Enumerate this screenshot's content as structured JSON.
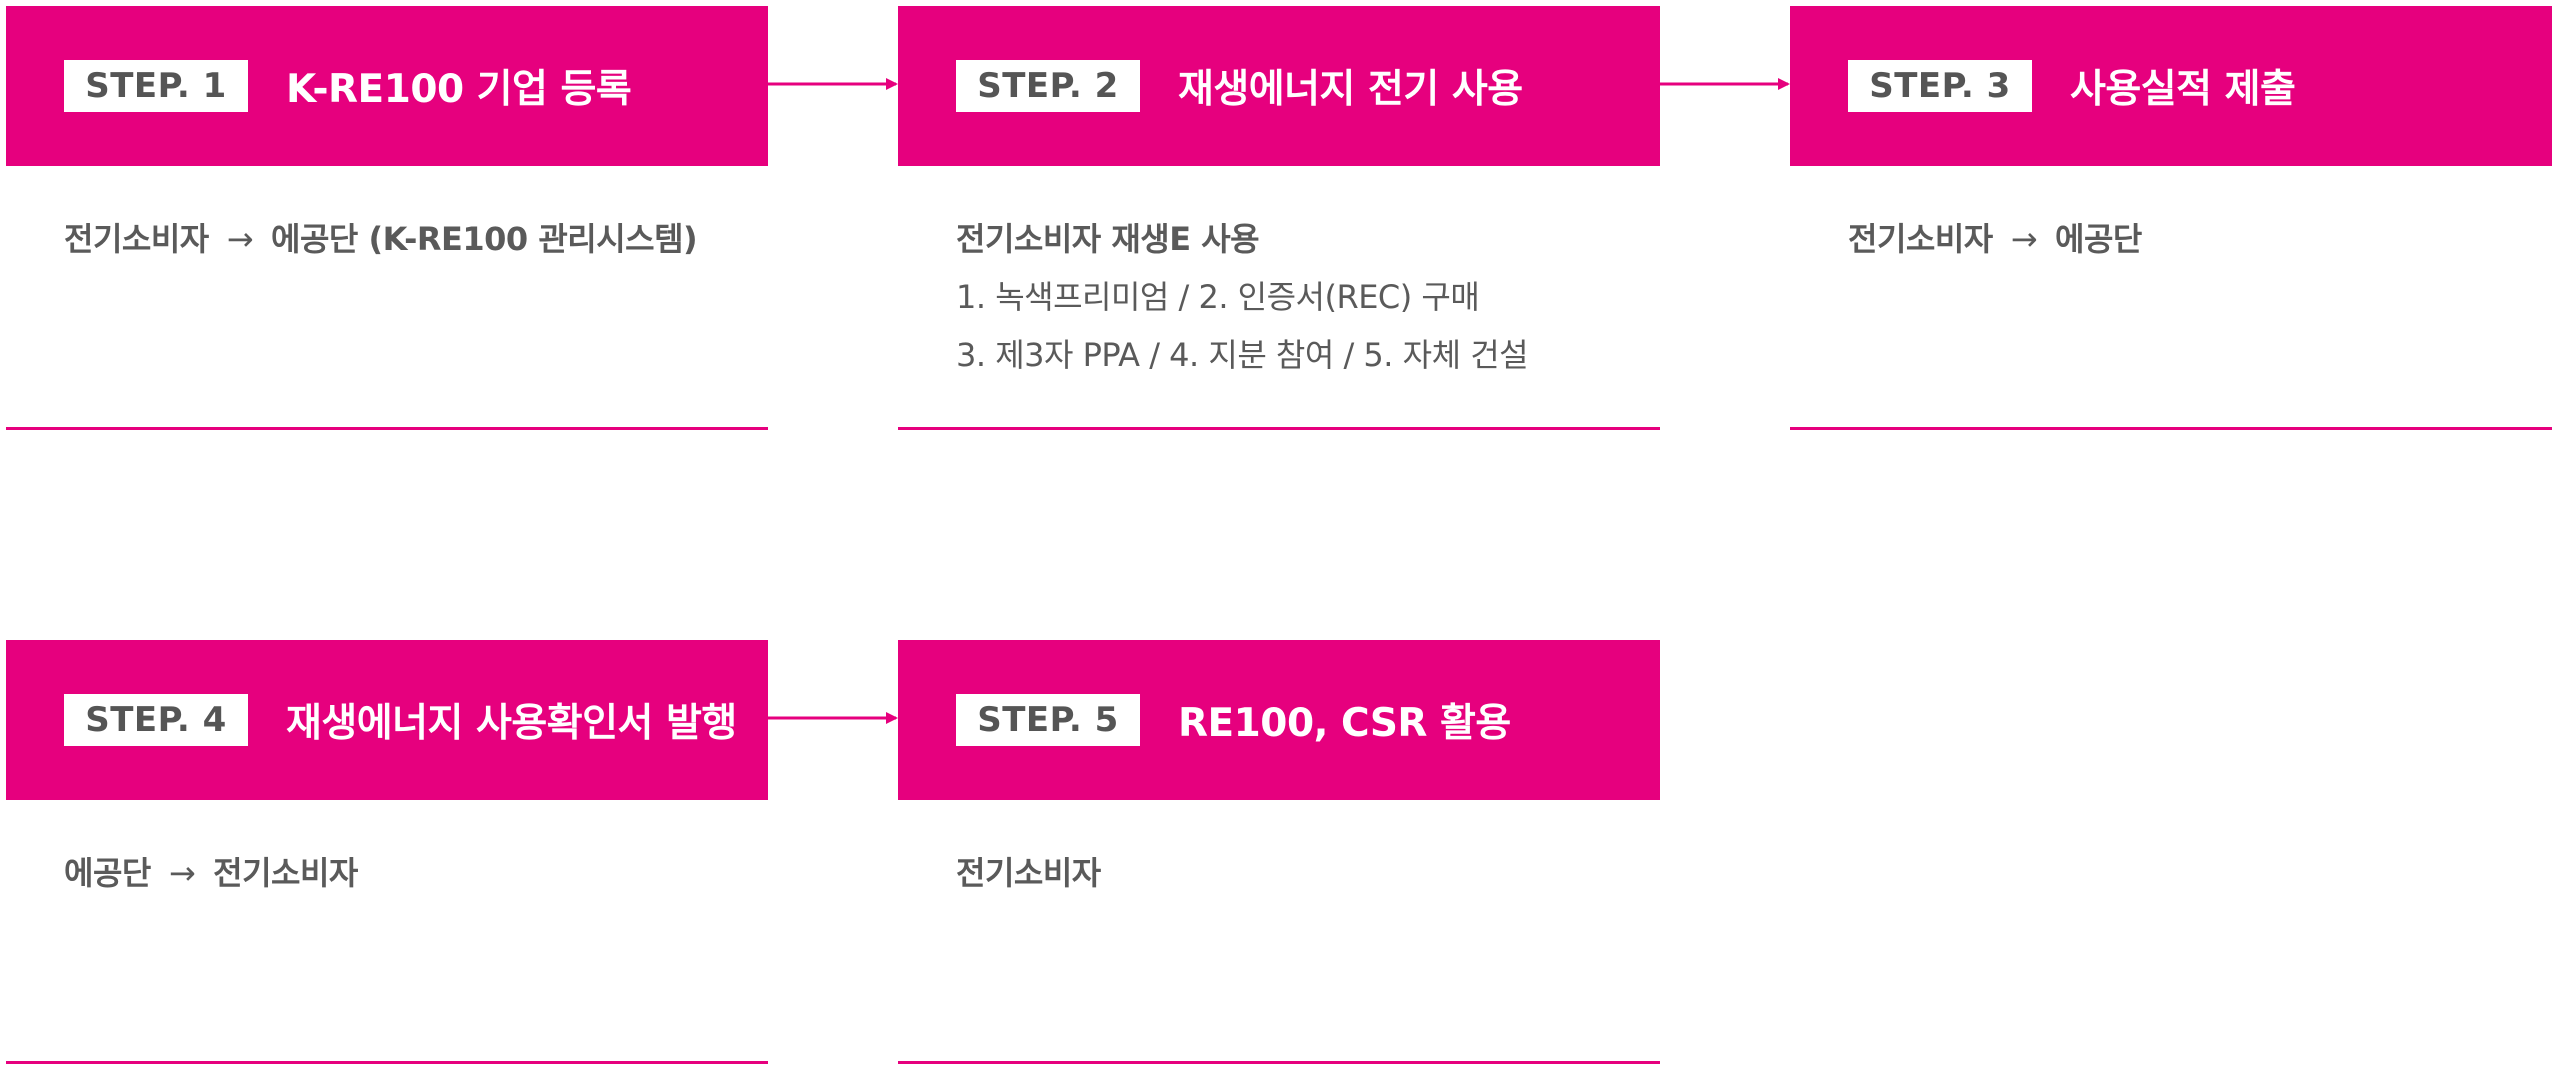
{
  "colors": {
    "accent": "#e6007e",
    "text": "#5a5a5a",
    "badge_bg": "#ffffff"
  },
  "steps": [
    {
      "badge": "STEP. 1",
      "title": "K-RE100 기업 등록",
      "flow": {
        "from": "전기소비자",
        "arrow": "→",
        "to": "에공단 (K-RE100 관리시스템)"
      }
    },
    {
      "badge": "STEP. 2",
      "title": "재생에너지 전기 사용",
      "lines": [
        "전기소비자 재생E 사용",
        "1. 녹색프리미엄 / 2. 인증서(REC) 구매",
        "3. 제3자 PPA / 4. 지분 참여 / 5. 자체 건설"
      ]
    },
    {
      "badge": "STEP. 3",
      "title": "사용실적 제출",
      "flow": {
        "from": "전기소비자",
        "arrow": "→",
        "to": "에공단"
      }
    },
    {
      "badge": "STEP. 4",
      "title": "재생에너지 사용확인서 발행",
      "flow": {
        "from": "에공단",
        "arrow": "→",
        "to": "전기소비자"
      }
    },
    {
      "badge": "STEP. 5",
      "title": "RE100, CSR 활용",
      "lines": [
        "전기소비자"
      ]
    }
  ]
}
